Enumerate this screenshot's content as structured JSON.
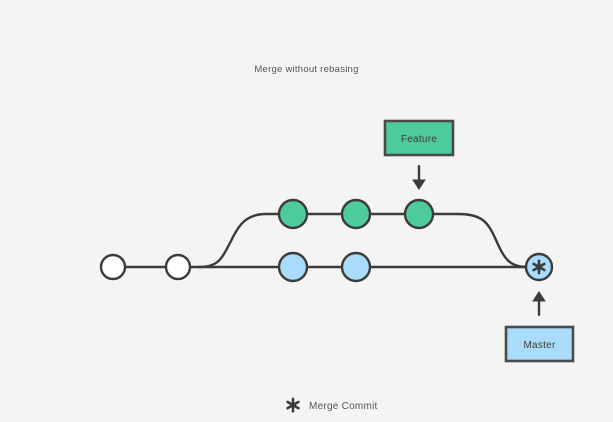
{
  "diagram": {
    "title": "Merge without rebasing",
    "background_color": "#f4f4f4",
    "line_color": "#3b3b3b",
    "colors": {
      "feature_green": "#4ecb9b",
      "master_blue": "#a9dcfa",
      "base_white": "#ffffff",
      "stroke_dark": "#3b3b3b",
      "text_gray": "#555555"
    },
    "branches": [
      {
        "name": "feature",
        "label": "Feature",
        "label_box_color": "#4ecb9b",
        "commit_color": "#4ecb9b",
        "commit_count": 3
      },
      {
        "name": "master",
        "label": "Master",
        "label_box_color": "#a9dcfa",
        "commit_color": "#a9dcfa",
        "commit_count": 2
      }
    ],
    "base_commits": {
      "count": 2,
      "color": "#ffffff"
    },
    "merge_commit": {
      "color": "#a9dcfa",
      "glyph": "asterisk-icon"
    },
    "arrows": [
      {
        "name": "feature-arrow",
        "direction": "down"
      },
      {
        "name": "master-arrow",
        "direction": "up"
      }
    ],
    "legend": {
      "glyph": "asterisk-icon",
      "label": "Merge Commit"
    }
  }
}
